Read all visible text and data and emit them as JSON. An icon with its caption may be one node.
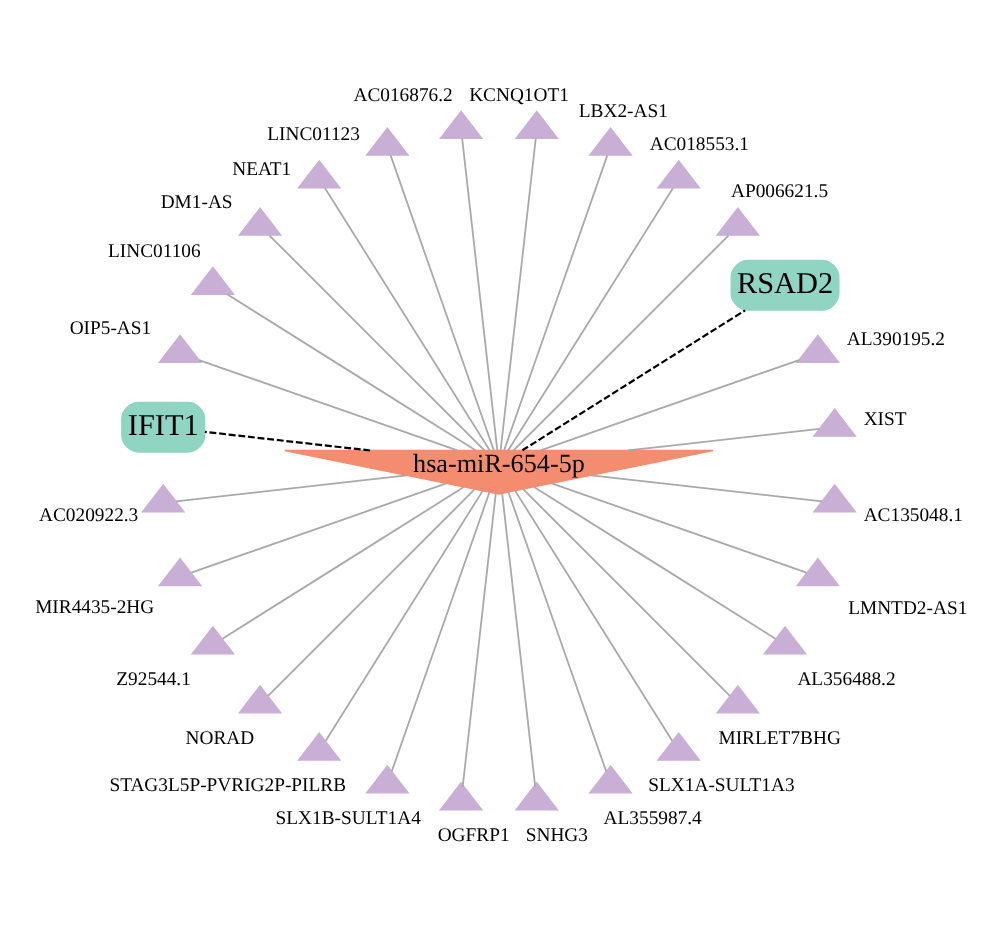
{
  "diagram": {
    "nodes": [
      {
        "text": [
          "LINC01123"
        ]
      },
      {
        "text": [
          "AC016876.2"
        ]
      },
      {
        "text": [
          "NEAT1"
        ]
      },
      {
        "text": [
          "KCNQ1OT1"
        ]
      },
      {
        "text": [
          "DM1-AS"
        ]
      },
      {
        "text": [
          "LBX2-AS1"
        ]
      },
      {
        "text": [
          "LINC01106"
        ]
      },
      {
        "text": [
          "AC018553.1"
        ]
      },
      {
        "text": [
          "OIP5-AS1"
        ]
      },
      {
        "text": [
          "AP006621.5"
        ]
      },
      {
        "text": [
          "AC020922.3"
        ]
      },
      {
        "text": [
          "AL390195.2"
        ]
      },
      {
        "text": [
          "IFIT1"
        ]
      },
      {
        "text": [
          "RSAD2"
        ]
      },
      {
        "text": [
          "MIR4435-2HG"
        ]
      },
      {
        "text": [
          "XIST"
        ]
      },
      {
        "text": [
          "hsa-miR-654-5p"
        ]
      },
      {
        "text": [
          "Z92544.1"
        ]
      },
      {
        "text": [
          "AC135048.1"
        ]
      },
      {
        "text": [
          "NORAD"
        ]
      },
      {
        "text": [
          "LMNTD2-AS1"
        ]
      },
      {
        "text": [
          "STAG3L5P-PVRIG2P-PILRB"
        ]
      },
      {
        "text": [
          "AL356488.2"
        ]
      },
      {
        "text": [
          "SLX1B-SULT1A4"
        ]
      },
      {
        "text": [
          "MIRLET7BHG"
        ]
      },
      {
        "text": [
          "OGFRP1"
        ]
      },
      {
        "text": [
          "SLX1A-SULT1A3"
        ]
      },
      {
        "text": [
          "SNHG3"
        ]
      },
      {
        "text": [
          "AL355987.4"
        ]
      }
    ],
    "edges": [
      {
        "from": 16,
        "to": 15,
        "arrow": "none"
      },
      {
        "from": 16,
        "to": 11,
        "arrow": "none"
      },
      {
        "from": 16,
        "to": 13,
        "arrow": "none",
        "style": "dashed",
        "color": "#000000"
      },
      {
        "from": 16,
        "to": 9,
        "arrow": "none"
      },
      {
        "from": 16,
        "to": 7,
        "arrow": "none"
      },
      {
        "from": 16,
        "to": 5,
        "arrow": "none"
      },
      {
        "from": 16,
        "to": 3,
        "arrow": "none"
      },
      {
        "from": 16,
        "to": 1,
        "arrow": "none"
      },
      {
        "from": 16,
        "to": 0,
        "arrow": "none"
      },
      {
        "from": 16,
        "to": 2,
        "arrow": "none"
      },
      {
        "from": 16,
        "to": 4,
        "arrow": "none"
      },
      {
        "from": 16,
        "to": 6,
        "arrow": "none"
      },
      {
        "from": 16,
        "to": 8,
        "arrow": "none"
      },
      {
        "from": 16,
        "to": 12,
        "arrow": "none",
        "style": "dashed",
        "color": "#000000"
      },
      {
        "from": 16,
        "to": 10,
        "arrow": "none"
      },
      {
        "from": 16,
        "to": 14,
        "arrow": "none"
      },
      {
        "from": 16,
        "to": 17,
        "arrow": "none"
      },
      {
        "from": 16,
        "to": 19,
        "arrow": "none"
      },
      {
        "from": 16,
        "to": 21,
        "arrow": "none"
      },
      {
        "from": 16,
        "to": 23,
        "arrow": "none"
      },
      {
        "from": 16,
        "to": 25,
        "arrow": "none"
      },
      {
        "from": 16,
        "to": 27,
        "arrow": "none"
      },
      {
        "from": 16,
        "to": 28,
        "arrow": "none"
      },
      {
        "from": 16,
        "to": 26,
        "arrow": "none"
      },
      {
        "from": 16,
        "to": 24,
        "arrow": "none"
      },
      {
        "from": 16,
        "to": 22,
        "arrow": "none"
      },
      {
        "from": 16,
        "to": 20,
        "arrow": "none"
      },
      {
        "from": 16,
        "to": 18,
        "arrow": "none"
      }
    ]
  }
}
